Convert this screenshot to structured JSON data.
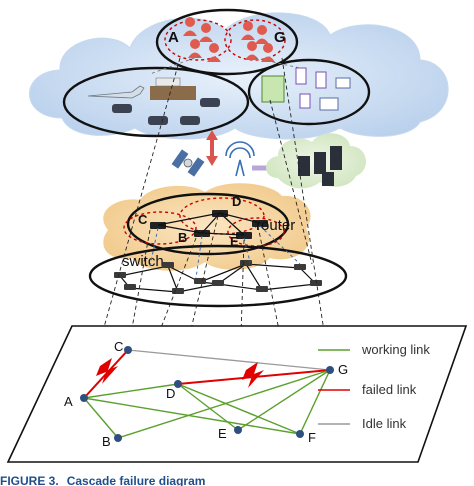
{
  "figure": {
    "caption_label": "FIGURE 3.",
    "caption_text": "Cascade failure diagram"
  },
  "cloud_layer": {
    "user_labels": [
      "A",
      "G"
    ]
  },
  "edge_layer": {
    "router_label": "router",
    "switch_label": "switch",
    "router_node_labels": [
      "C",
      "D",
      "B",
      "E"
    ]
  },
  "graph": {
    "nodes": [
      "A",
      "B",
      "C",
      "D",
      "E",
      "F",
      "G"
    ],
    "legend": {
      "working": "working link",
      "failed": "failed link",
      "idle": "Idle link"
    }
  },
  "colors": {
    "working": "#5aa02c",
    "failed": "#e00000",
    "idle": "#9a9a9a",
    "cloud": "#cfe0f3",
    "orange_cloud": "#f6d9a6",
    "node": "#2f4f7f"
  }
}
